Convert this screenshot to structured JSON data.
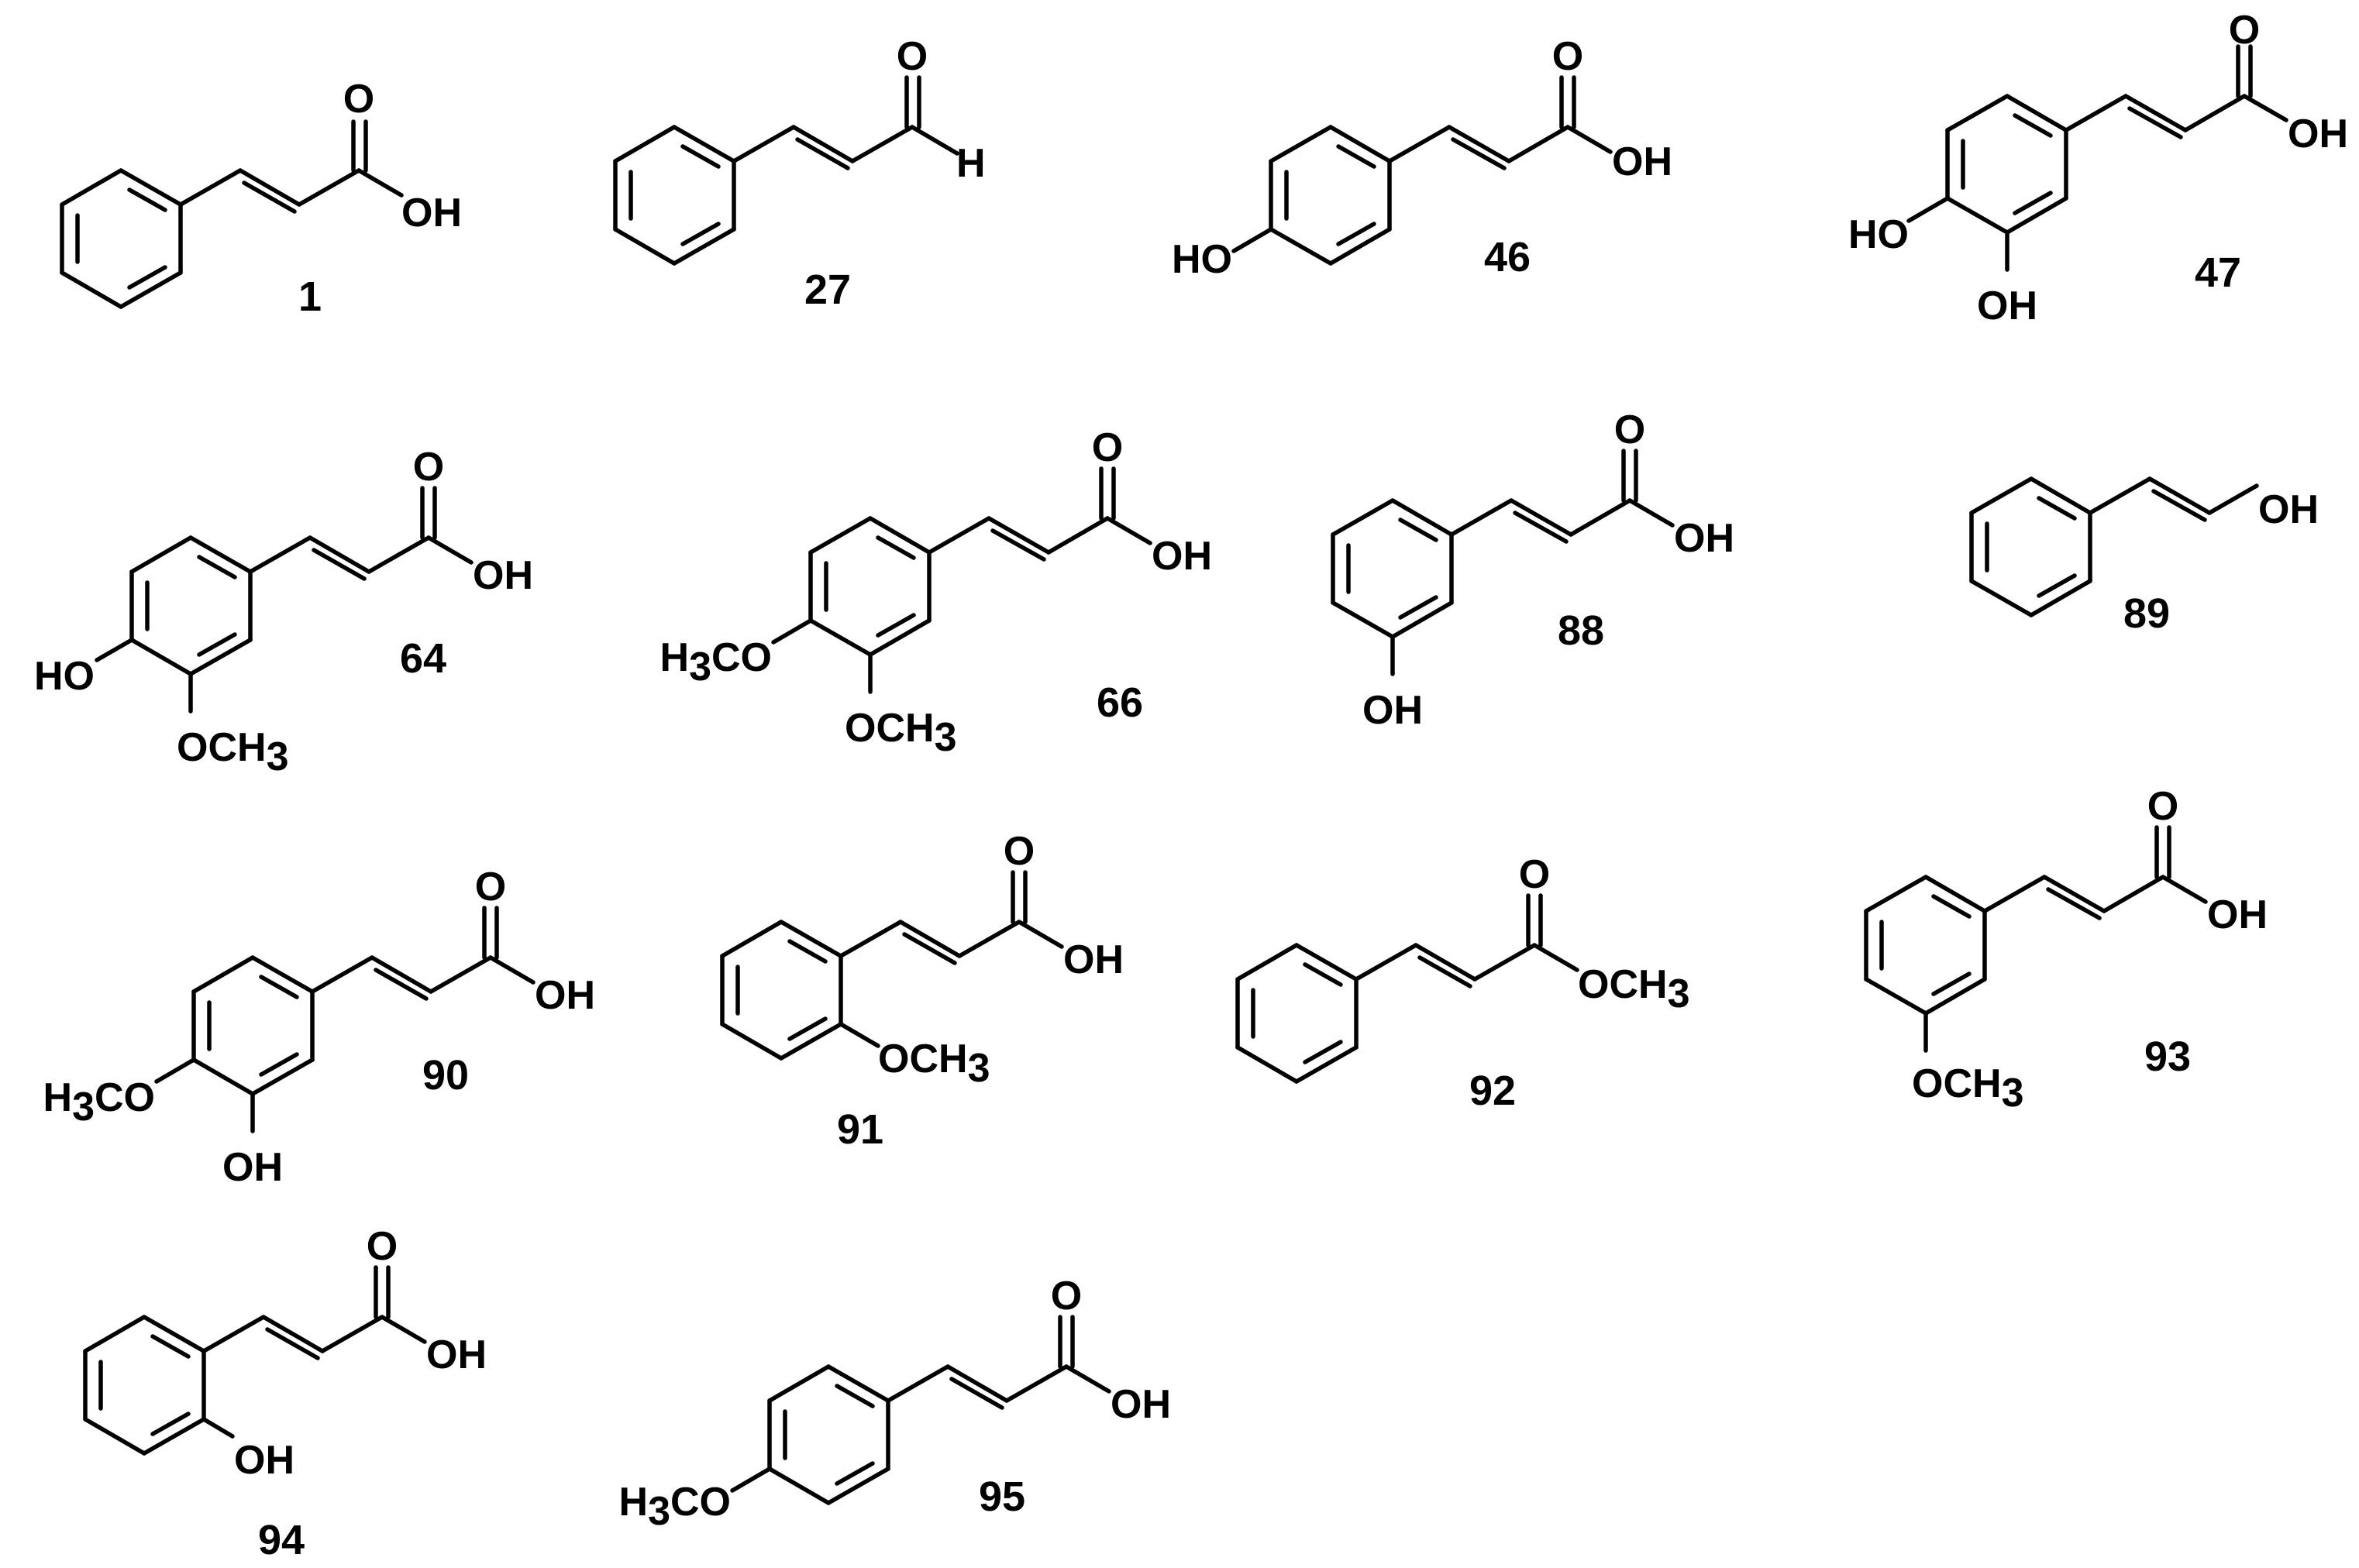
{
  "figure_caption": "",
  "compounds": [
    {
      "number": "1",
      "substituents": {
        "ortho": "",
        "meta": "",
        "para": "",
        "meta_para": ""
      },
      "chain_end": "acid",
      "labels": {
        "o": "O",
        "oh": "OH"
      }
    },
    {
      "number": "27",
      "substituents": {},
      "chain_end": "aldehyde",
      "labels": {
        "o": "O",
        "h": "H"
      }
    },
    {
      "number": "46",
      "substituents": {
        "para": "HO"
      },
      "chain_end": "acid",
      "labels": {
        "o": "O",
        "oh": "OH",
        "para": "HO"
      }
    },
    {
      "number": "47",
      "substituents": {
        "para": "HO",
        "meta": "OH"
      },
      "chain_end": "acid",
      "labels": {
        "o": "O",
        "oh": "OH",
        "para": "HO",
        "meta": "OH"
      }
    },
    {
      "number": "64",
      "substituents": {
        "para": "HO",
        "meta": "OCH3"
      },
      "chain_end": "acid",
      "labels": {
        "o": "O",
        "oh": "OH",
        "para": "HO",
        "meta_main": "OCH",
        "meta_sub": "3"
      }
    },
    {
      "number": "66",
      "substituents": {
        "para": "H3CO",
        "meta": "OCH3"
      },
      "chain_end": "acid",
      "labels": {
        "o": "O",
        "oh": "OH",
        "para_h": "H",
        "para_sub": "3",
        "para_rest": "CO",
        "meta_main": "OCH",
        "meta_sub": "3"
      }
    },
    {
      "number": "88",
      "substituents": {
        "meta": "OH"
      },
      "chain_end": "acid",
      "labels": {
        "o": "O",
        "oh": "OH",
        "meta": "OH"
      }
    },
    {
      "number": "89",
      "substituents": {},
      "chain_end": "alcohol",
      "labels": {
        "oh": "OH"
      }
    },
    {
      "number": "90",
      "substituents": {
        "para": "H3CO",
        "meta": "OH"
      },
      "chain_end": "acid",
      "labels": {
        "o": "O",
        "oh": "OH",
        "para_h": "H",
        "para_sub": "3",
        "para_rest": "CO",
        "meta": "OH"
      }
    },
    {
      "number": "91",
      "substituents": {
        "ortho": "OCH3"
      },
      "chain_end": "acid",
      "labels": {
        "o": "O",
        "oh": "OH",
        "ortho_main": "OCH",
        "ortho_sub": "3"
      }
    },
    {
      "number": "92",
      "substituents": {},
      "chain_end": "methyl ester",
      "labels": {
        "o": "O",
        "ester_main": "OCH",
        "ester_sub": "3"
      }
    },
    {
      "number": "93",
      "substituents": {
        "meta": "OCH3"
      },
      "chain_end": "acid",
      "labels": {
        "o": "O",
        "oh": "OH",
        "meta_main": "OCH",
        "meta_sub": "3"
      }
    },
    {
      "number": "94",
      "substituents": {
        "ortho": "OH"
      },
      "chain_end": "acid",
      "labels": {
        "o": "O",
        "oh": "OH",
        "ortho": "OH"
      }
    },
    {
      "number": "95",
      "substituents": {
        "para": "H3CO"
      },
      "chain_end": "acid",
      "labels": {
        "o": "O",
        "oh": "OH",
        "para_h": "H",
        "para_sub": "3",
        "para_rest": "CO"
      }
    }
  ]
}
